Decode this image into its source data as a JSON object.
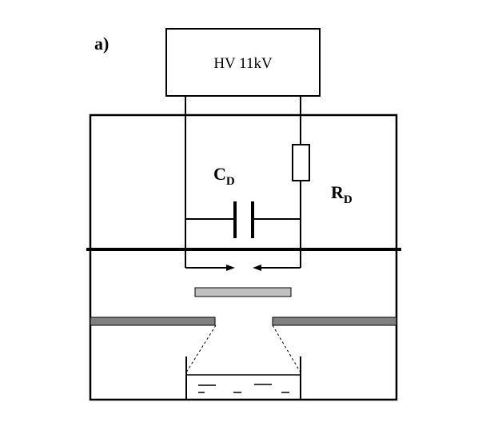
{
  "panel_label": "a)",
  "power_supply": {
    "label": "HV  11kV"
  },
  "capacitor": {
    "symbol": "C",
    "subscript": "D"
  },
  "resistor": {
    "symbol": "R",
    "subscript": "D"
  },
  "colors": {
    "line": "#000000",
    "electrode_light": "#c0c0c0",
    "plate_dark": "#808080",
    "background": "#ffffff"
  }
}
